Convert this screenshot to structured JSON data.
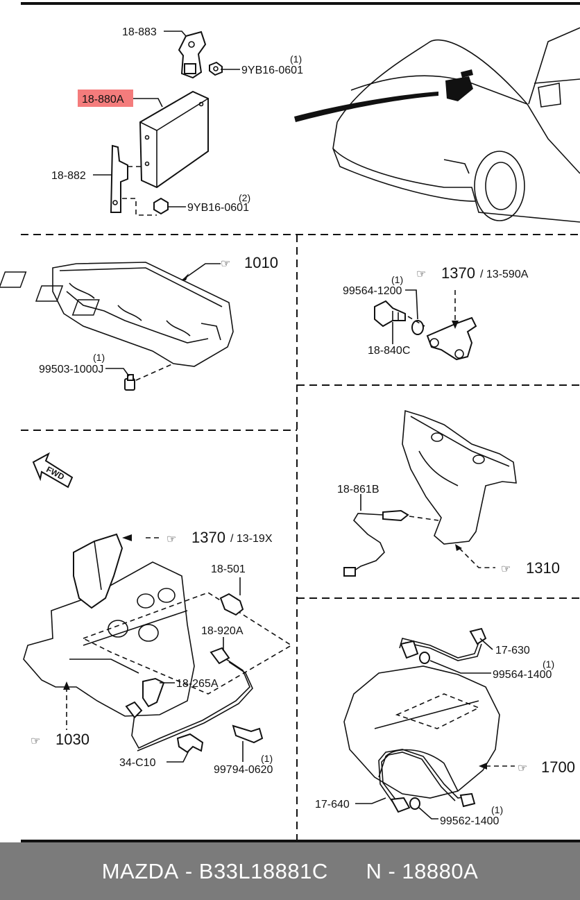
{
  "colors": {
    "highlight": "#f47c7c",
    "footer_bg": "#7b7b7b",
    "ink": "#111111"
  },
  "labels": {
    "p18_883": "18-883",
    "p9yb16_1": "9YB16-0601",
    "qty_1a": "(1)",
    "p18_880a": "18-880A",
    "p18_882": "18-882",
    "p9yb16_2": "9YB16-0601",
    "qty_2": "(2)",
    "ref_1010": "1010",
    "p99503": "99503-1000J",
    "qty_1b": "(1)",
    "p99564_1200": "99564-1200",
    "qty_1c": "(1)",
    "ref_1370a": "1370",
    "ref_13_590a": "/ 13-590A",
    "p18_840c": "18-840C",
    "fwd": "FWD",
    "ref_1370b": "1370",
    "ref_13_19x": "/ 13-19X",
    "p18_501": "18-501",
    "p18_920a": "18-920A",
    "p18_265a": "18-265A",
    "ref_1030": "1030",
    "p34_c10": "34-C10",
    "qty_1d": "(1)",
    "p99794": "99794-0620",
    "p18_861b": "18-861B",
    "ref_1310": "1310",
    "p17_630": "17-630",
    "qty_1e": "(1)",
    "p99564_1400": "99564-1400",
    "ref_1700": "1700",
    "p17_640": "17-640",
    "qty_1f": "(1)",
    "p99562": "99562-1400"
  },
  "footer": {
    "brand": "MAZDA",
    "sep1": " - ",
    "part": "B33L18881C",
    "gap": "      ",
    "code_n": "N",
    "sep2": " - ",
    "code": "18880A"
  }
}
